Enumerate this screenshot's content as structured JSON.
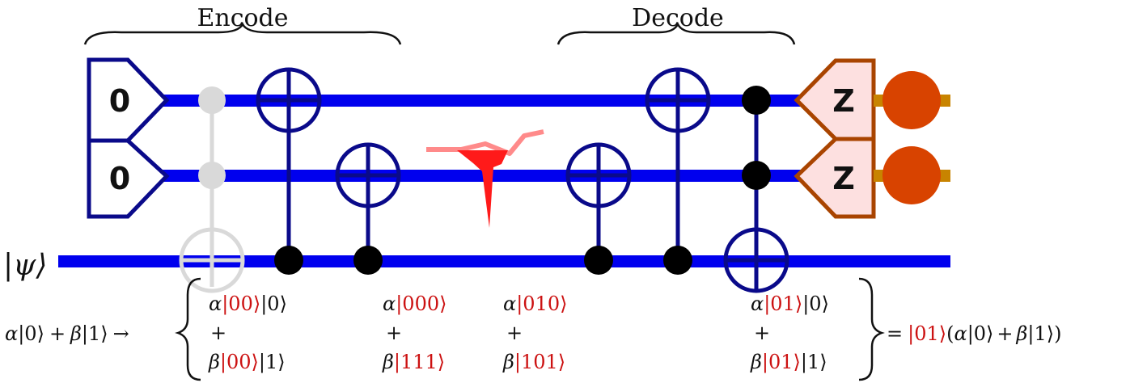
{
  "labels": {
    "encode": "Encode",
    "decode": "Decode",
    "psi_ket": "|ψ⟩"
  },
  "gates": {
    "prep_0": "0",
    "prep_1": "0",
    "meas_0": "Z",
    "meas_1": "Z"
  },
  "states": {
    "input": {
      "a": "α",
      "k0": "|0⟩",
      "plus": "+",
      "b": "β",
      "k1": "|1⟩",
      "arrow": "→"
    },
    "stage1": [
      {
        "coef": "α",
        "red": "|00⟩",
        "rest": "|0⟩"
      },
      {
        "plus": "+"
      },
      {
        "coef": "β",
        "red": "|00⟩",
        "rest": "|1⟩"
      }
    ],
    "stage2": [
      {
        "coef": "α",
        "red": "|000⟩"
      },
      {
        "plus": "+"
      },
      {
        "coef": "β",
        "red": "|111⟩"
      }
    ],
    "stage3": [
      {
        "coef": "α",
        "red": "|010⟩"
      },
      {
        "plus": "+"
      },
      {
        "coef": "β",
        "red": "|101⟩"
      }
    ],
    "stage4": [
      {
        "coef": "α",
        "red": "|01⟩",
        "rest": "|0⟩"
      },
      {
        "plus": "+"
      },
      {
        "coef": "β",
        "red": "|01⟩",
        "rest": "|1⟩"
      }
    ],
    "output": {
      "eq": "=",
      "red": "|01⟩",
      "open": "(",
      "a": "α",
      "k0": "|0⟩",
      "plus": "+",
      "b": "β",
      "k1": "|1⟩",
      "close": ")"
    }
  },
  "colors": {
    "wire": "#0000ee",
    "gate_stroke": "#0a0a8a",
    "faded": "#d9d9d9",
    "meas_fill": "#fde0e0",
    "meas_stroke": "#a94400",
    "detector": "#d84300",
    "error": "#ff1a1a",
    "ket_red": "#cc1111"
  }
}
